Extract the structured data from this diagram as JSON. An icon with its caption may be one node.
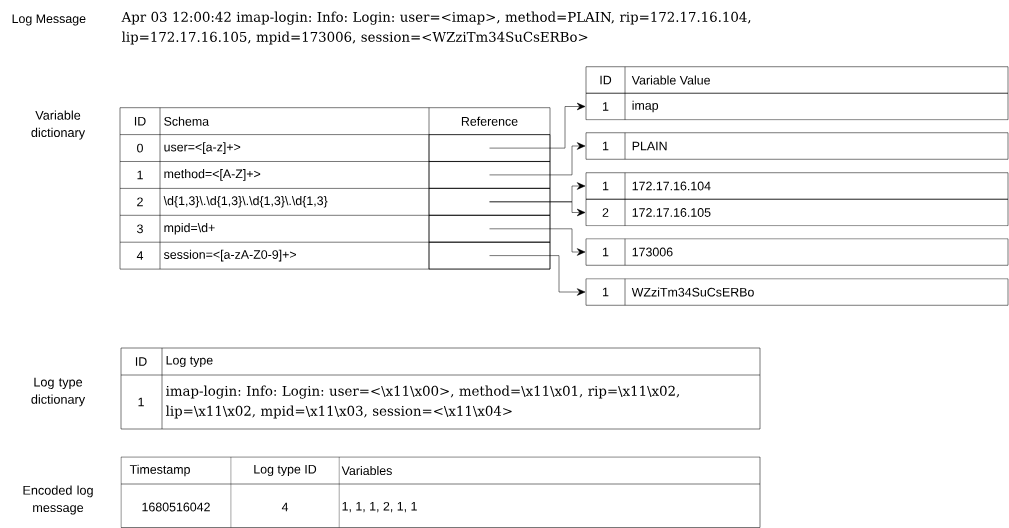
{
  "diagram": {
    "nodes": [
      {
        "text": [],
        "shape": "box"
      },
      {
        "text": [],
        "shape": "box"
      },
      {
        "text": [],
        "shape": "box"
      },
      {
        "text": [],
        "shape": "box"
      },
      {
        "text": [],
        "shape": "box"
      },
      {
        "text": [
          "ID",
          "Variable Value"
        ]
      },
      {
        "text": [
          "1",
          "imap"
        ]
      },
      {
        "text": [
          "1",
          "PLAIN"
        ]
      },
      {
        "text": [
          "1",
          "172.17.16.104"
        ]
      },
      {
        "text": [
          "2",
          "172.17.16.105"
        ]
      },
      {
        "text": [
          "1",
          "173006"
        ]
      },
      {
        "text": [
          "1",
          "WZziTm34SuCsERBo"
        ]
      }
    ],
    "edges": [
      {
        "from": 0,
        "to": 6,
        "arrow": "to"
      },
      {
        "from": 1,
        "to": 7,
        "arrow": "to"
      },
      {
        "from": 2,
        "to": 8,
        "arrow": "to"
      },
      {
        "from": 2,
        "to": 9,
        "arrow": "to"
      },
      {
        "from": 3,
        "to": 10,
        "arrow": "to"
      },
      {
        "from": 4,
        "to": 11,
        "arrow": "to"
      }
    ],
    "labels": [
      "Log Message",
      "Apr 03 12:00:42 imap-login: Info: Login: user=<imap>, method=PLAIN, rip=172.17.16.104, lip=172.17.16.105, mpid=173006, session=<WZziTm34SuCsERBo>",
      "Variable dictionary",
      "ID",
      "Schema",
      "Reference",
      "0",
      "user=<[a-z]+>",
      "1",
      "method=<[A-Z]+>",
      "2",
      "\\d{1,3}\\.\\d{1,3}\\.\\d{1,3}\\.\\d{1,3}",
      "3",
      "mpid=\\d+",
      "4",
      "session=<[a-zA-Z0-9]+>",
      "Log type dictionary",
      "ID",
      "Log type",
      "1",
      "imap-login: Info: Login: user=<\\x11\\x00>, method=\\x11\\x01, rip=\\x11\\x02, lip=\\x11\\x02, mpid=\\x11\\x03, session=<\\x11\\x04>",
      "Encoded log message",
      "Timestamp",
      "Log type ID",
      "Variables",
      "1680516042",
      "4",
      "1, 1, 1, 2, 1, 1"
    ]
  }
}
